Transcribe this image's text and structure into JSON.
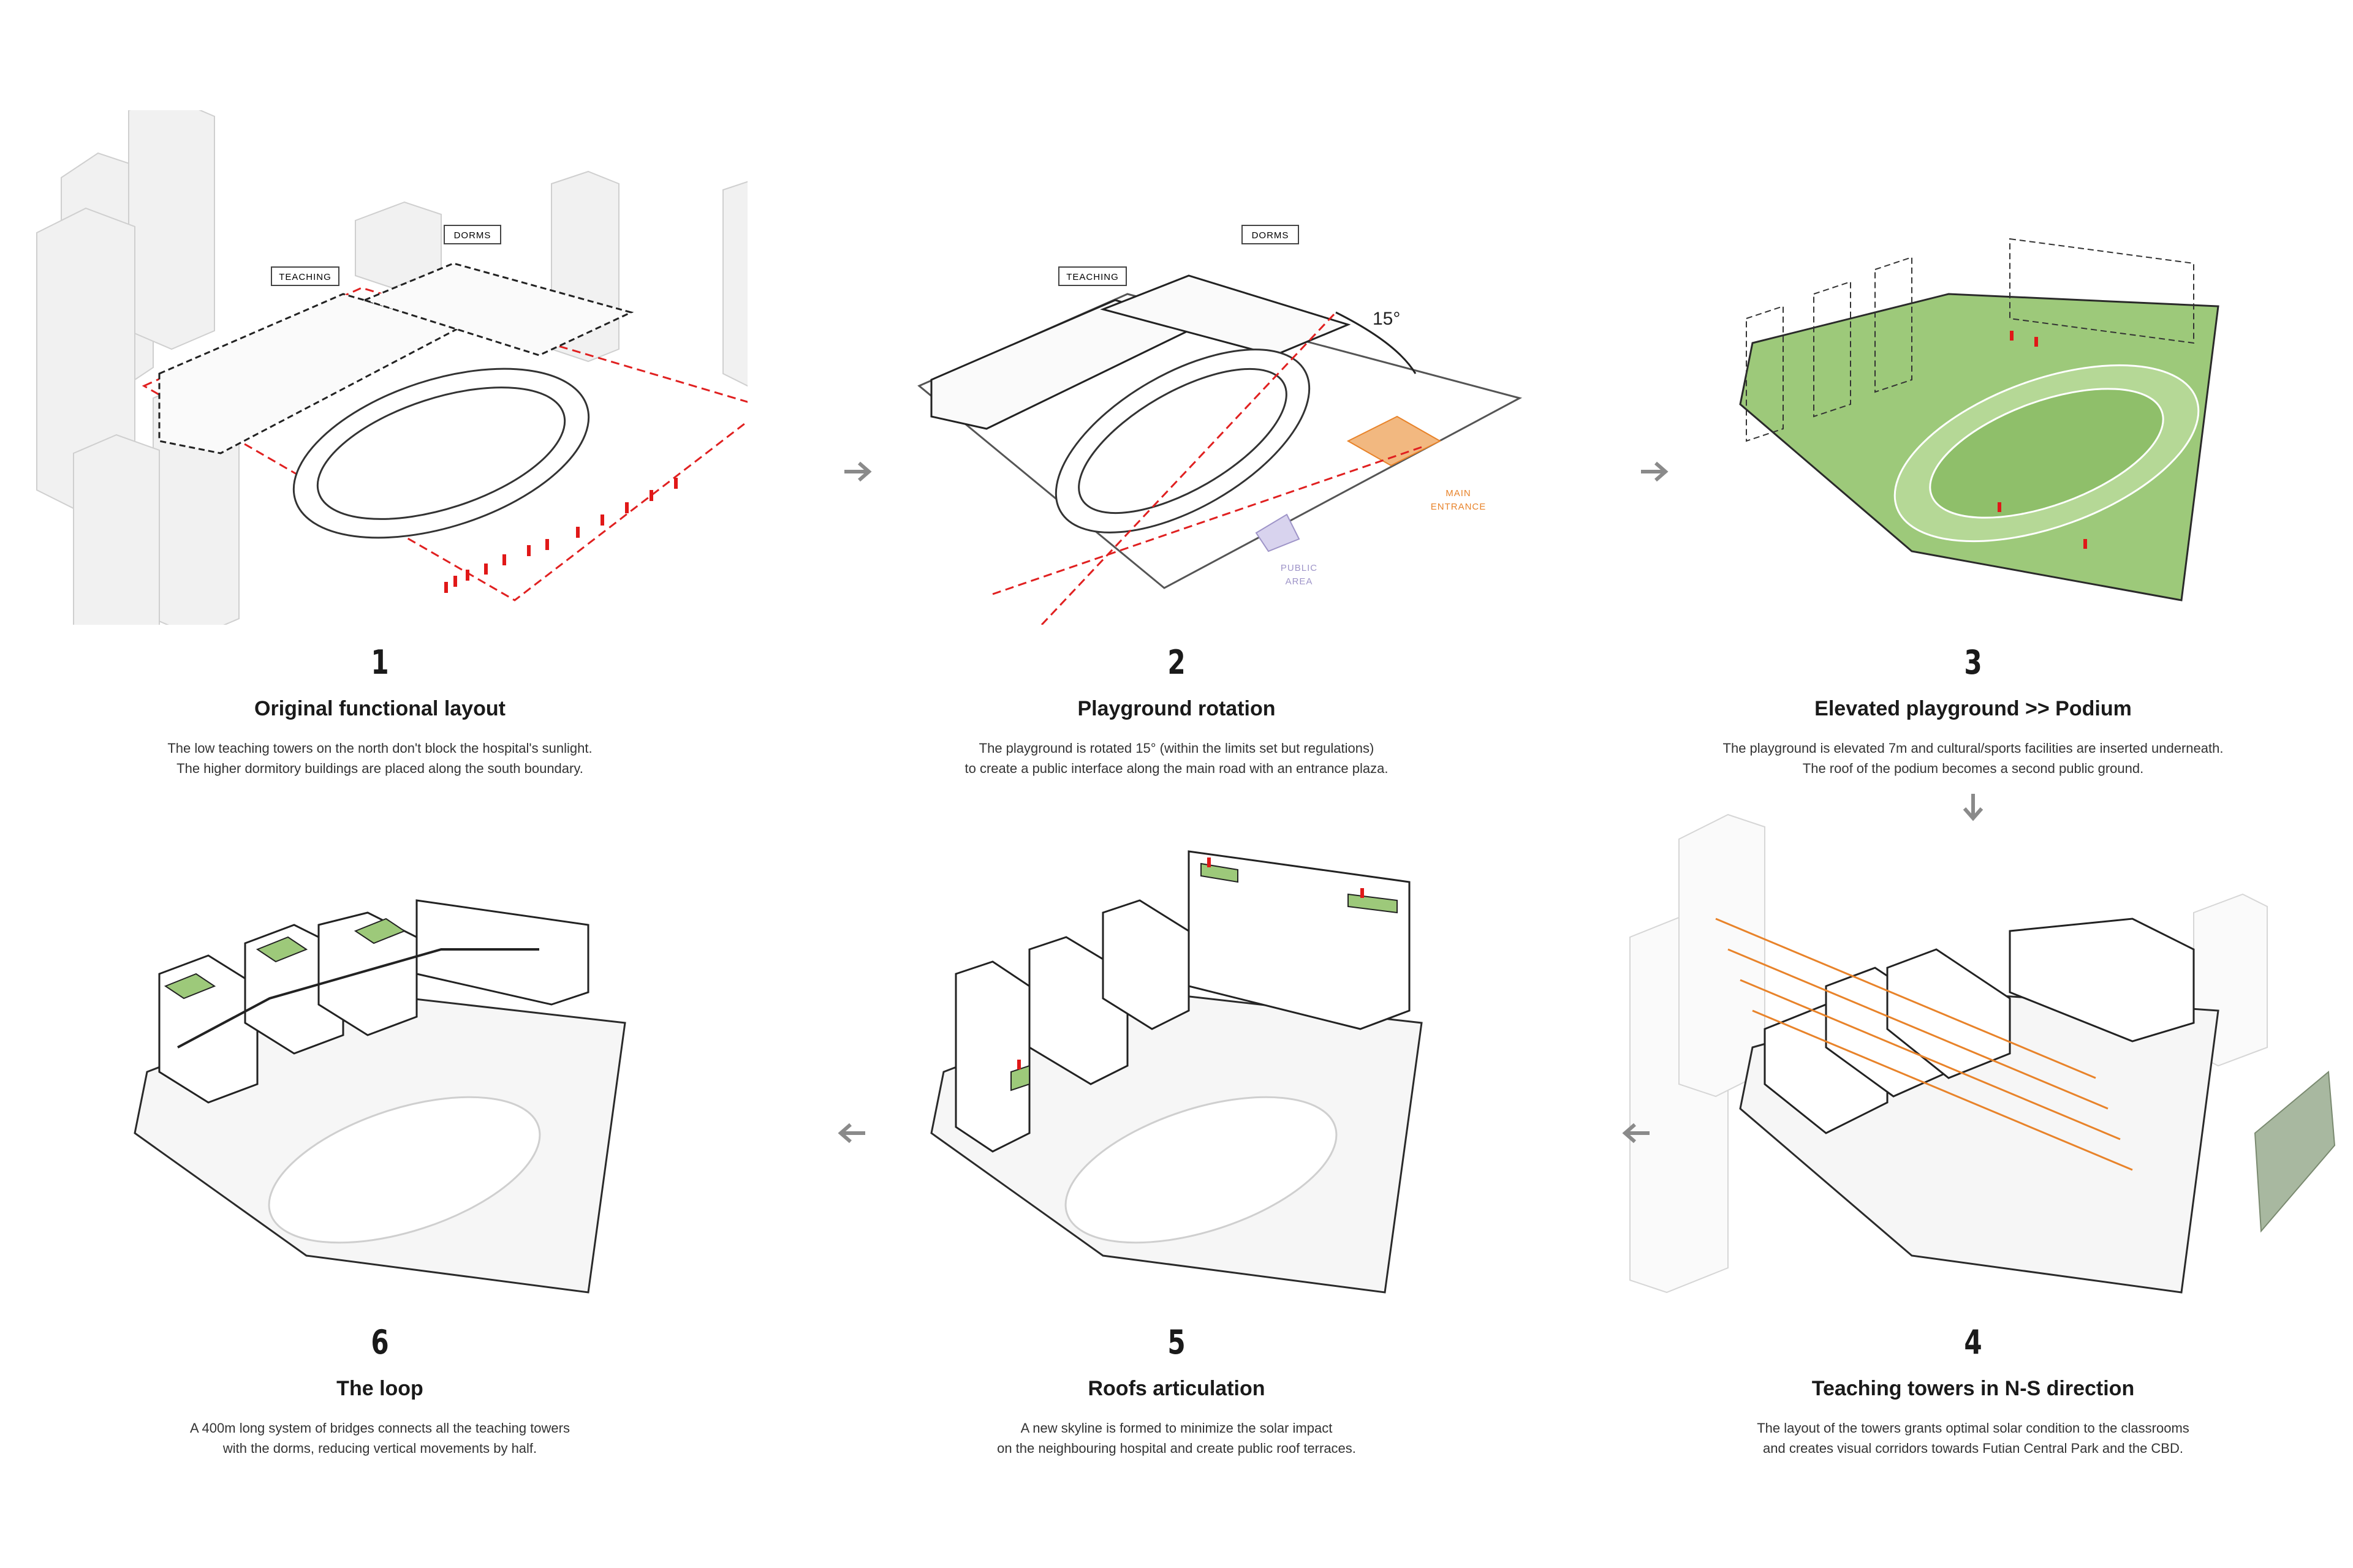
{
  "steps": [
    {
      "number": "1",
      "title": "Original functional layout",
      "lines": [
        "The low teaching towers on the north don't block the hospital's sunlight.",
        "The higher dormitory buildings are placed along the south boundary."
      ],
      "labels": {
        "teaching": "TEACHING",
        "dorms": "DORMS"
      }
    },
    {
      "number": "2",
      "title": "Playground rotation",
      "lines": [
        "The playground is rotated 15° (within the limits set but regulations)",
        "to create a public interface along the main road with an entrance plaza."
      ],
      "labels": {
        "teaching": "TEACHING",
        "dorms": "DORMS",
        "angle": "15°",
        "main_entrance_1": "MAIN",
        "main_entrance_2": "ENTRANCE",
        "public_area_1": "PUBLIC",
        "public_area_2": "AREA"
      }
    },
    {
      "number": "3",
      "title": "Elevated playground >> Podium",
      "lines": [
        "The playground is elevated 7m and cultural/sports facilities are inserted underneath.",
        "The roof of the podium becomes a second public ground."
      ]
    },
    {
      "number": "4",
      "title": "Teaching towers in N-S direction",
      "lines": [
        "The layout of the towers grants optimal solar condition to the classrooms",
        "and creates visual corridors towards Futian Central Park and the CBD."
      ]
    },
    {
      "number": "5",
      "title": "Roofs articulation",
      "lines": [
        "A new skyline is formed to minimize the solar impact",
        "on the neighbouring hospital and create public roof terraces."
      ]
    },
    {
      "number": "6",
      "title": "The loop",
      "lines": [
        "A 400m long system of bridges connects all the teaching towers",
        "with the dorms, reducing vertical movements by half."
      ]
    }
  ],
  "arrows": [
    "arrow-right",
    "arrow-right",
    "arrow-down",
    "arrow-left",
    "arrow-left"
  ],
  "colors": {
    "boundary_red": "#e02020",
    "people_red": "#e01818",
    "green": "#9dc97a",
    "orange": "#e8832a",
    "lavender": "#9e94c8",
    "arrow_grey": "#8a8a8a"
  }
}
